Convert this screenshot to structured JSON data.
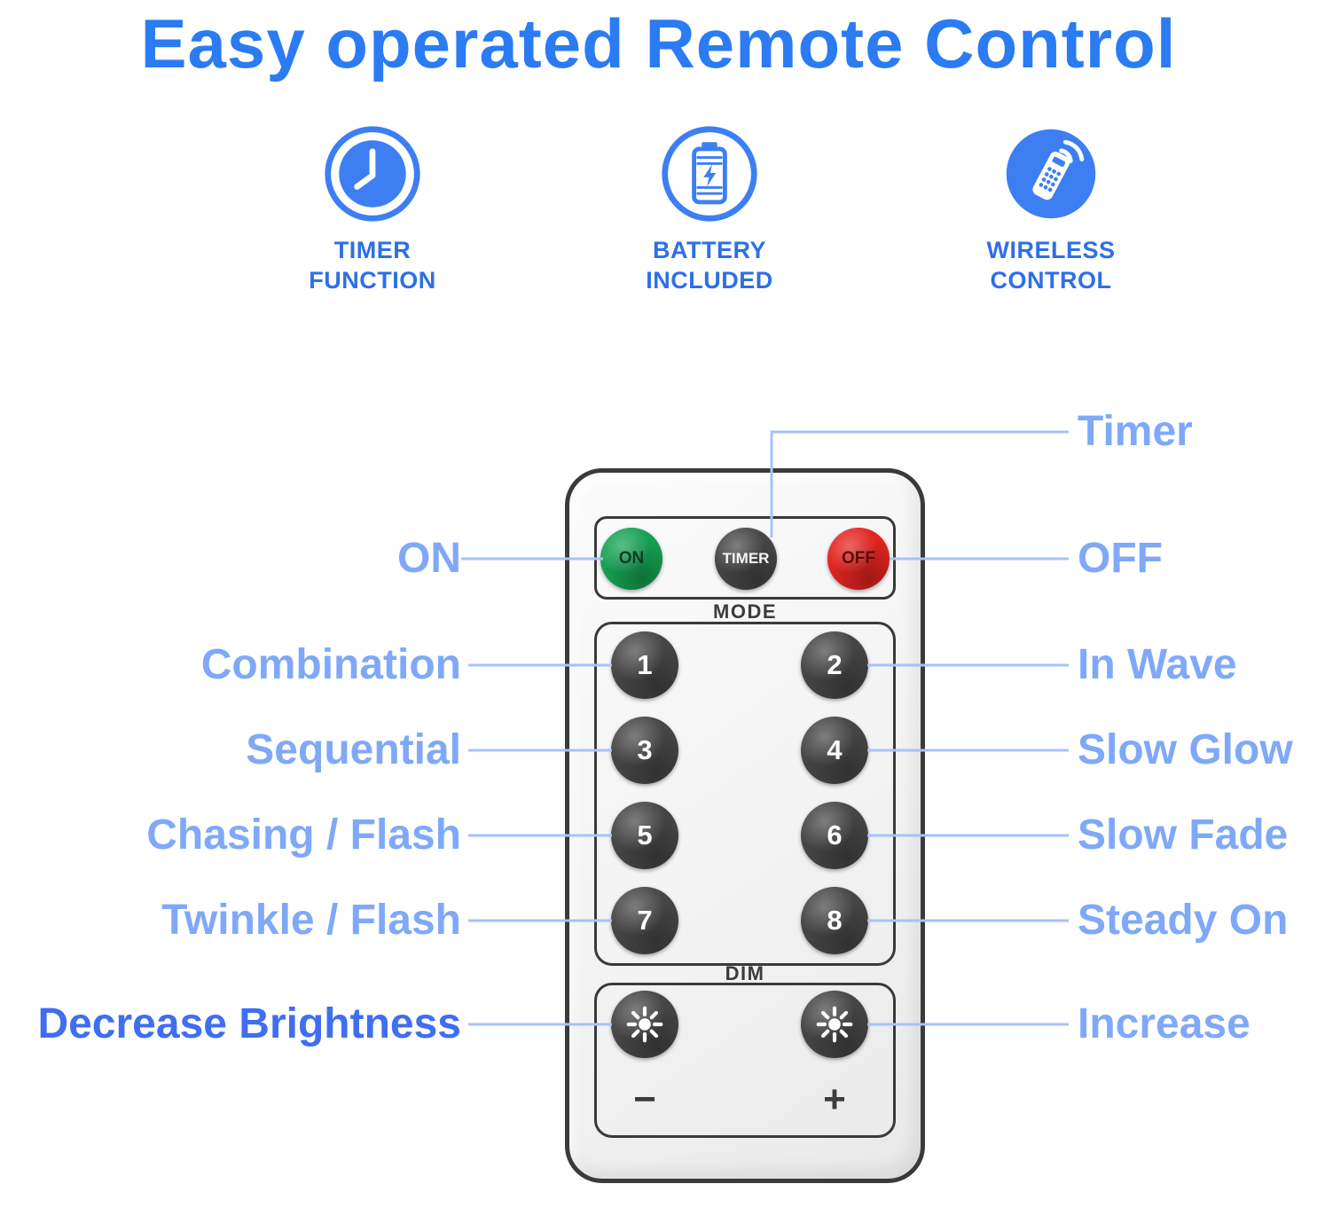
{
  "title": "Easy operated Remote Control",
  "features": [
    {
      "icon": "clock-icon",
      "line1": "TIMER",
      "line2": "FUNCTION"
    },
    {
      "icon": "battery-icon",
      "line1": "BATTERY",
      "line2": "INCLUDED"
    },
    {
      "icon": "wireless-remote-icon",
      "line1": "WIRELESS",
      "line2": "CONTROL"
    }
  ],
  "remote": {
    "power": {
      "on": "ON",
      "timer": "TIMER",
      "off": "OFF"
    },
    "mode_label": "MODE",
    "mode_buttons": [
      "1",
      "2",
      "3",
      "4",
      "5",
      "6",
      "7",
      "8"
    ],
    "dim_label": "DIM",
    "minus": "−",
    "plus": "+"
  },
  "annotations": {
    "left": [
      "ON",
      "Combination",
      "Sequential",
      "Chasing / Flash",
      "Twinkle / Flash",
      "Decrease Brightness"
    ],
    "right": [
      "Timer",
      "OFF",
      "In Wave",
      "Slow Glow",
      "Slow Fade",
      "Steady On",
      "Increase"
    ]
  },
  "colors": {
    "title_blue": "#2b7bf3",
    "feature_blue": "#2d6fe8",
    "icon_blue": "#3d7ff2",
    "label_blue": "#7fa9f8",
    "decrease_blue": "#3f6ef3",
    "line_blue": "#a6c2fa",
    "on_green": "#16a152",
    "off_red": "#e22420",
    "button_gray": "#464646",
    "remote_body": "#f3f3f3",
    "remote_border": "#3a3a3a"
  }
}
